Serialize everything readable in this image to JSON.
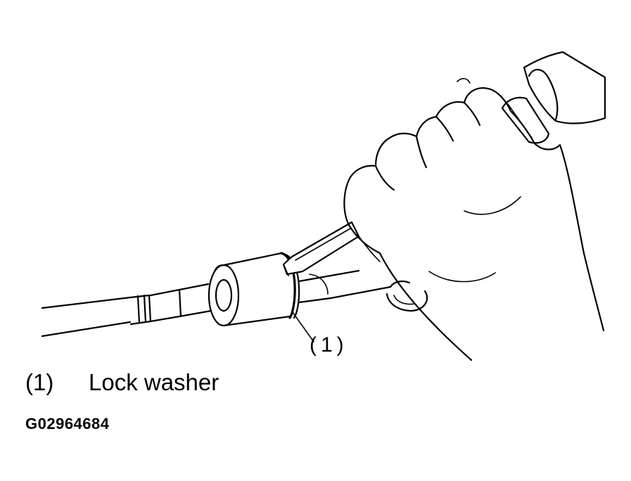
{
  "callout": {
    "marker": "(1)"
  },
  "legend": [
    {
      "number": "(1)",
      "label": "Lock washer"
    }
  ],
  "figure_id": "G02964684"
}
